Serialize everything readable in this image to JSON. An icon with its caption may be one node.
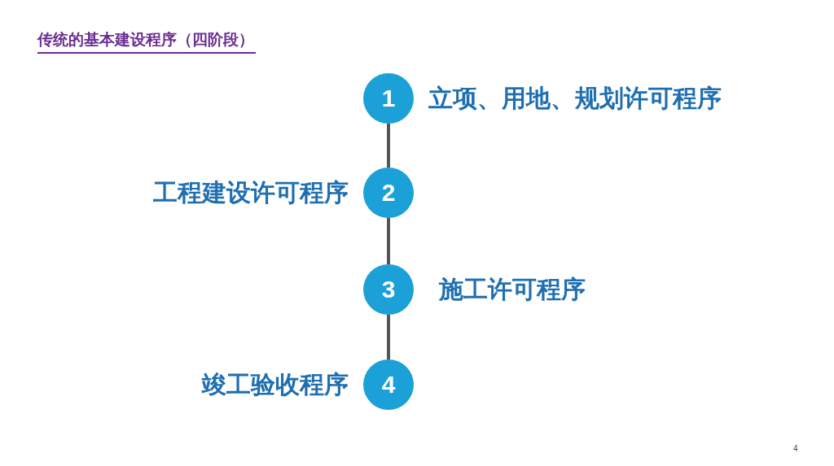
{
  "diagram": {
    "title": "传统的基本建设程序（四阶段）",
    "nodes": [
      {
        "text": [
          "1"
        ],
        "beside": [
          "立项、用地、规划许可程序"
        ]
      },
      {
        "text": [
          "2"
        ],
        "beside": [
          "工程建设许可程序"
        ]
      },
      {
        "text": [
          "3"
        ],
        "beside": [
          "施工许可程序"
        ]
      },
      {
        "text": [
          "4"
        ],
        "beside": [
          "竣工验收程序"
        ]
      }
    ],
    "edges": [
      {
        "from": 0,
        "to": 1,
        "arrow": "none"
      },
      {
        "from": 1,
        "to": 2,
        "arrow": "none"
      },
      {
        "from": 2,
        "to": 3,
        "arrow": "none"
      }
    ],
    "labels": [
      "4"
    ]
  }
}
